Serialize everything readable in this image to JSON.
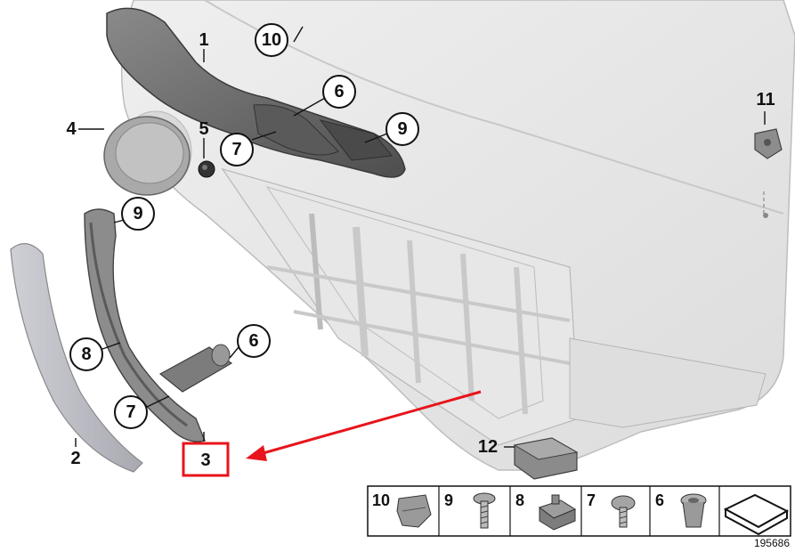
{
  "labels": {
    "l1": "1",
    "l2": "2",
    "l3": "3",
    "l4": "4",
    "l5": "5",
    "l11": "11",
    "l12": "12"
  },
  "callouts": {
    "c10": "10",
    "c6a": "6",
    "c7a": "7",
    "c9a": "9",
    "c9b": "9",
    "c8": "8",
    "c6b": "6",
    "c7b": "7"
  },
  "legend": {
    "items": [
      "10",
      "9",
      "8",
      "7",
      "6"
    ]
  },
  "diagram_id": "195686",
  "colors": {
    "highlight": "#e8141b",
    "door_panel": "#e4e4e4",
    "dark_part": "#6f6f6f"
  }
}
